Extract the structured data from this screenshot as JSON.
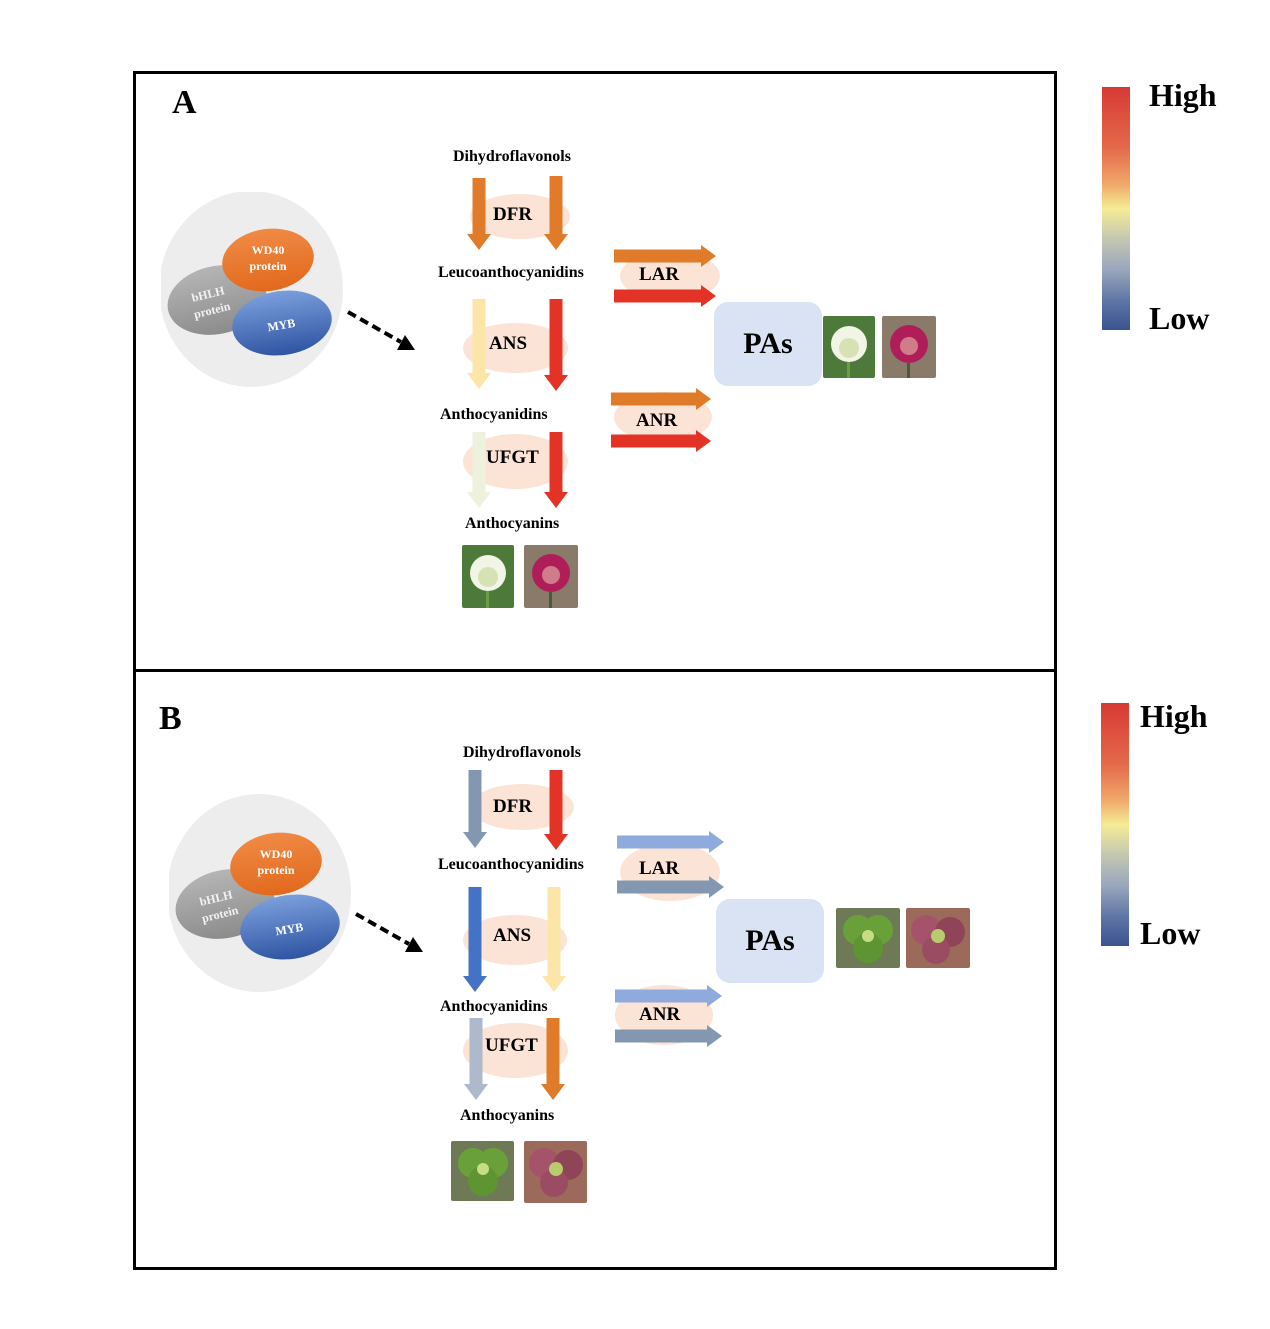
{
  "legend": {
    "high_label": "High",
    "low_label": "Low",
    "gradient": [
      "#d73a35",
      "#e4694a",
      "#f0a86a",
      "#f5ec95",
      "#c6c9b0",
      "#9aa7bd",
      "#3b5390"
    ]
  },
  "panels": [
    {
      "letter": "A",
      "complex": {
        "wd40": [
          "WD40",
          "protein"
        ],
        "bhlh": [
          "bHLH",
          "protein"
        ],
        "myb": "MYB"
      },
      "metabolites": {
        "m1": "Dihydroflavonols",
        "m2": "Leucoanthocyanidins",
        "m3": "Anthocyanidins",
        "m4": "Anthocyanins"
      },
      "enzymes": {
        "dfr": "DFR",
        "ans": "ANS",
        "ufgt": "UFGT",
        "lar": "LAR",
        "anr": "ANR"
      },
      "product": "PAs",
      "arrow_colors": {
        "dfr": [
          "#e07b2a",
          "#e07b2a"
        ],
        "ans": [
          "#fbe6a8",
          "#e33327"
        ],
        "ufgt": [
          "#eef2dc",
          "#e33327"
        ],
        "lar": [
          "#e07b2a",
          "#e33327"
        ],
        "anr": [
          "#e07b2a",
          "#e33327"
        ]
      },
      "images": {
        "pathway": [
          "white clover flower",
          "red clover flower"
        ],
        "pas": [
          "white clover flower",
          "red clover flower"
        ]
      }
    },
    {
      "letter": "B",
      "complex": {
        "wd40": [
          "WD40",
          "protein"
        ],
        "bhlh": [
          "bHLH",
          "protein"
        ],
        "myb": "MYB"
      },
      "metabolites": {
        "m1": "Dihydroflavonols",
        "m2": "Leucoanthocyanidins",
        "m3": "Anthocyanidins",
        "m4": "Anthocyanins"
      },
      "enzymes": {
        "dfr": "DFR",
        "ans": "ANS",
        "ufgt": "UFGT",
        "lar": "LAR",
        "anr": "ANR"
      },
      "product": "PAs",
      "arrow_colors": {
        "dfr": [
          "#8497b0",
          "#e33327"
        ],
        "ans": [
          "#4472c4",
          "#fbe6a8"
        ],
        "ufgt": [
          "#aeb9cc",
          "#e07b2a"
        ],
        "lar": [
          "#8faadc",
          "#8497b0"
        ],
        "anr": [
          "#8faadc",
          "#8497b0"
        ]
      },
      "images": {
        "pathway": [
          "green clover leaf",
          "purple clover leaf"
        ],
        "pas": [
          "green clover leaf",
          "purple clover leaf"
        ]
      }
    }
  ]
}
